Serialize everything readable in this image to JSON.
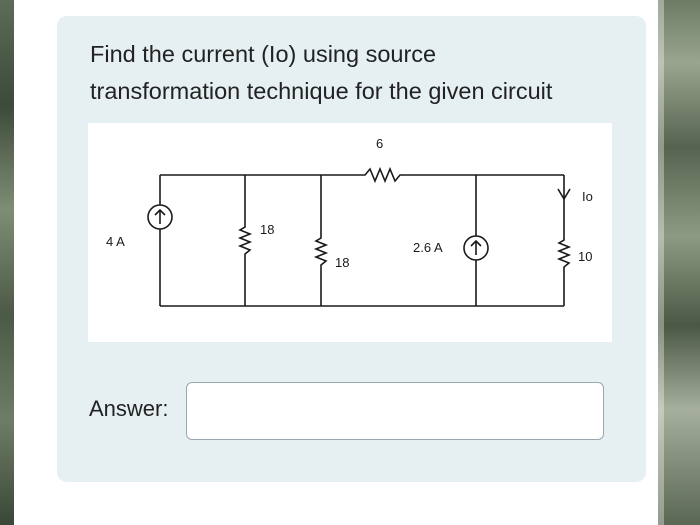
{
  "question": {
    "line1": "Find the current (Io) using source",
    "line2": "transformation technique for the given circuit"
  },
  "circuit": {
    "source_left": "4 A",
    "resistor_a": "18",
    "resistor_b": "18",
    "resistor_top": "6",
    "source_right": "2.6 A",
    "current_label": "Io",
    "resistor_right": "10"
  },
  "answer": {
    "label": "Answer:",
    "value": ""
  },
  "colors": {
    "card_background": "#e6f0f3",
    "text": "#222222"
  }
}
